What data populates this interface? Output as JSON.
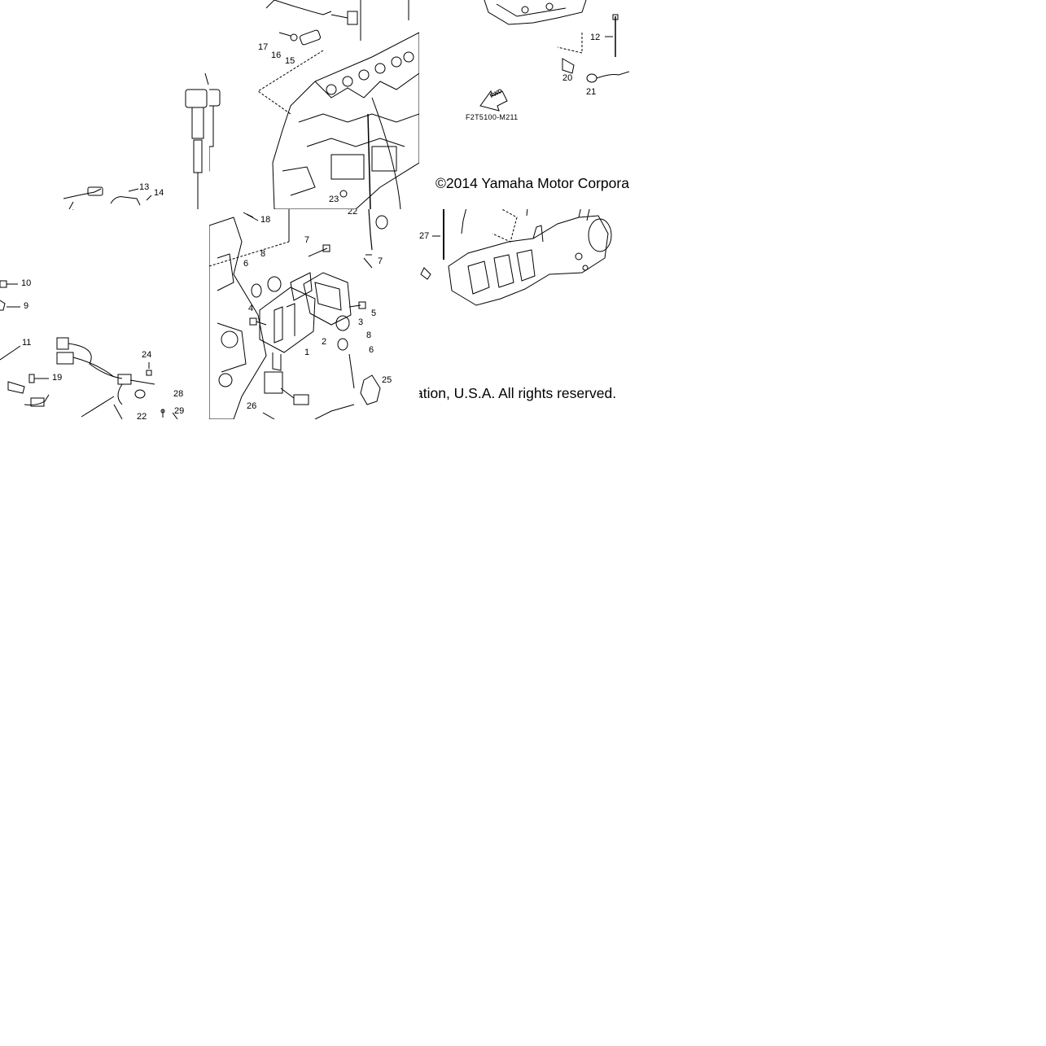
{
  "diagram": {
    "copyright_line1": "©2014 Yamaha Motor Corpora",
    "copyright_line2": "ation, U.S.A. All rights reserved.",
    "drawing_code": "F2T5100-M211",
    "fwd_arrow_label": "FWD",
    "callouts": {
      "c1": "1",
      "c2": "2",
      "c3": "3",
      "c4": "4",
      "c5": "5",
      "c6a": "6",
      "c6b": "6",
      "c7a": "7",
      "c7b": "7",
      "c8a": "8",
      "c8b": "8",
      "c9": "9",
      "c10": "10",
      "c11": "11",
      "c12": "12",
      "c13": "13",
      "c14": "14",
      "c15": "15",
      "c16": "16",
      "c17": "17",
      "c18": "18",
      "c19": "19",
      "c20": "20",
      "c21": "21",
      "c22": "22",
      "c23": "23",
      "c24": "24",
      "c25": "25",
      "c26": "26",
      "c27": "27",
      "c28": "28",
      "c29": "29"
    }
  }
}
